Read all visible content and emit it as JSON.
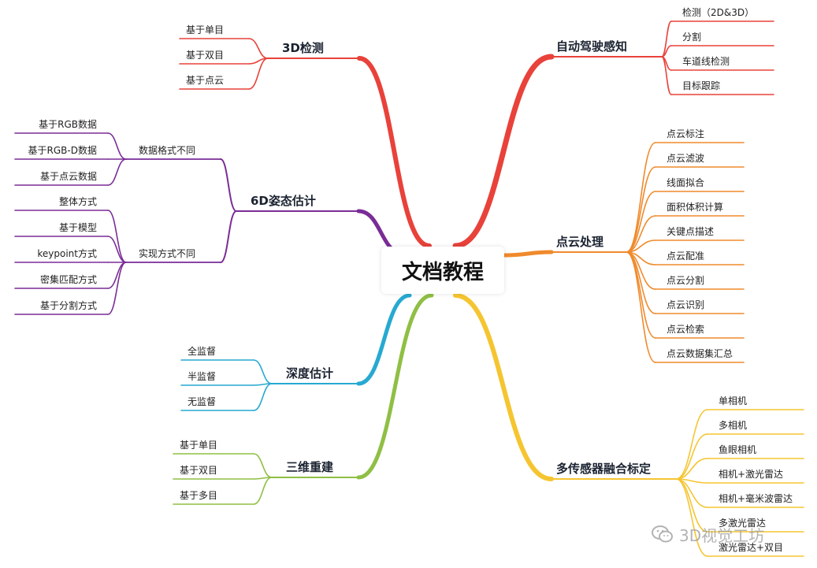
{
  "root": {
    "label": "文档教程"
  },
  "colors": {
    "red": "#e8423a",
    "orange": "#f08a2c",
    "yellow": "#f5c531",
    "green": "#8fbf44",
    "cyan": "#27a9d1",
    "purple": "#7a2c96"
  },
  "branches": [
    {
      "id": "autodrive",
      "label": "自动驾驶感知",
      "color": "red",
      "side": "right",
      "children": [
        "检测（2D&3D）",
        "分割",
        "车道线检测",
        "目标跟踪"
      ]
    },
    {
      "id": "pointcloud",
      "label": "点云处理",
      "color": "orange",
      "side": "right",
      "children": [
        "点云标注",
        "点云滤波",
        "线面拟合",
        "面积体积计算",
        "关键点描述",
        "点云配准",
        "点云分割",
        "点云识别",
        "点云检索",
        "点云数据集汇总"
      ]
    },
    {
      "id": "multisensor",
      "label": "多传感器融合标定",
      "color": "yellow",
      "side": "right",
      "children": [
        "单相机",
        "多相机",
        "鱼眼相机",
        "相机+激光雷达",
        "相机+毫米波雷达",
        "多激光雷达",
        "激光雷达+双目"
      ]
    },
    {
      "id": "det3d",
      "label": "3D检测",
      "color": "red",
      "side": "left",
      "children": [
        "基于单目",
        "基于双目",
        "基于点云"
      ]
    },
    {
      "id": "pose6d",
      "label": "6D姿态估计",
      "color": "purple",
      "side": "left",
      "groups": [
        {
          "label": "数据格式不同",
          "children": [
            "基于RGB数据",
            "基于RGB-D数据",
            "基于点云数据"
          ]
        },
        {
          "label": "实现方式不同",
          "children": [
            "整体方式",
            "基于模型",
            "keypoint方式",
            "密集匹配方式",
            "基于分割方式"
          ]
        }
      ]
    },
    {
      "id": "depth",
      "label": "深度估计",
      "color": "cyan",
      "side": "left",
      "children": [
        "全监督",
        "半监督",
        "无监督"
      ]
    },
    {
      "id": "recon",
      "label": "三维重建",
      "color": "green",
      "side": "left",
      "children": [
        "基于单目",
        "基于双目",
        "基于多目"
      ]
    }
  ],
  "watermark": {
    "text": "3D视觉工坊"
  }
}
